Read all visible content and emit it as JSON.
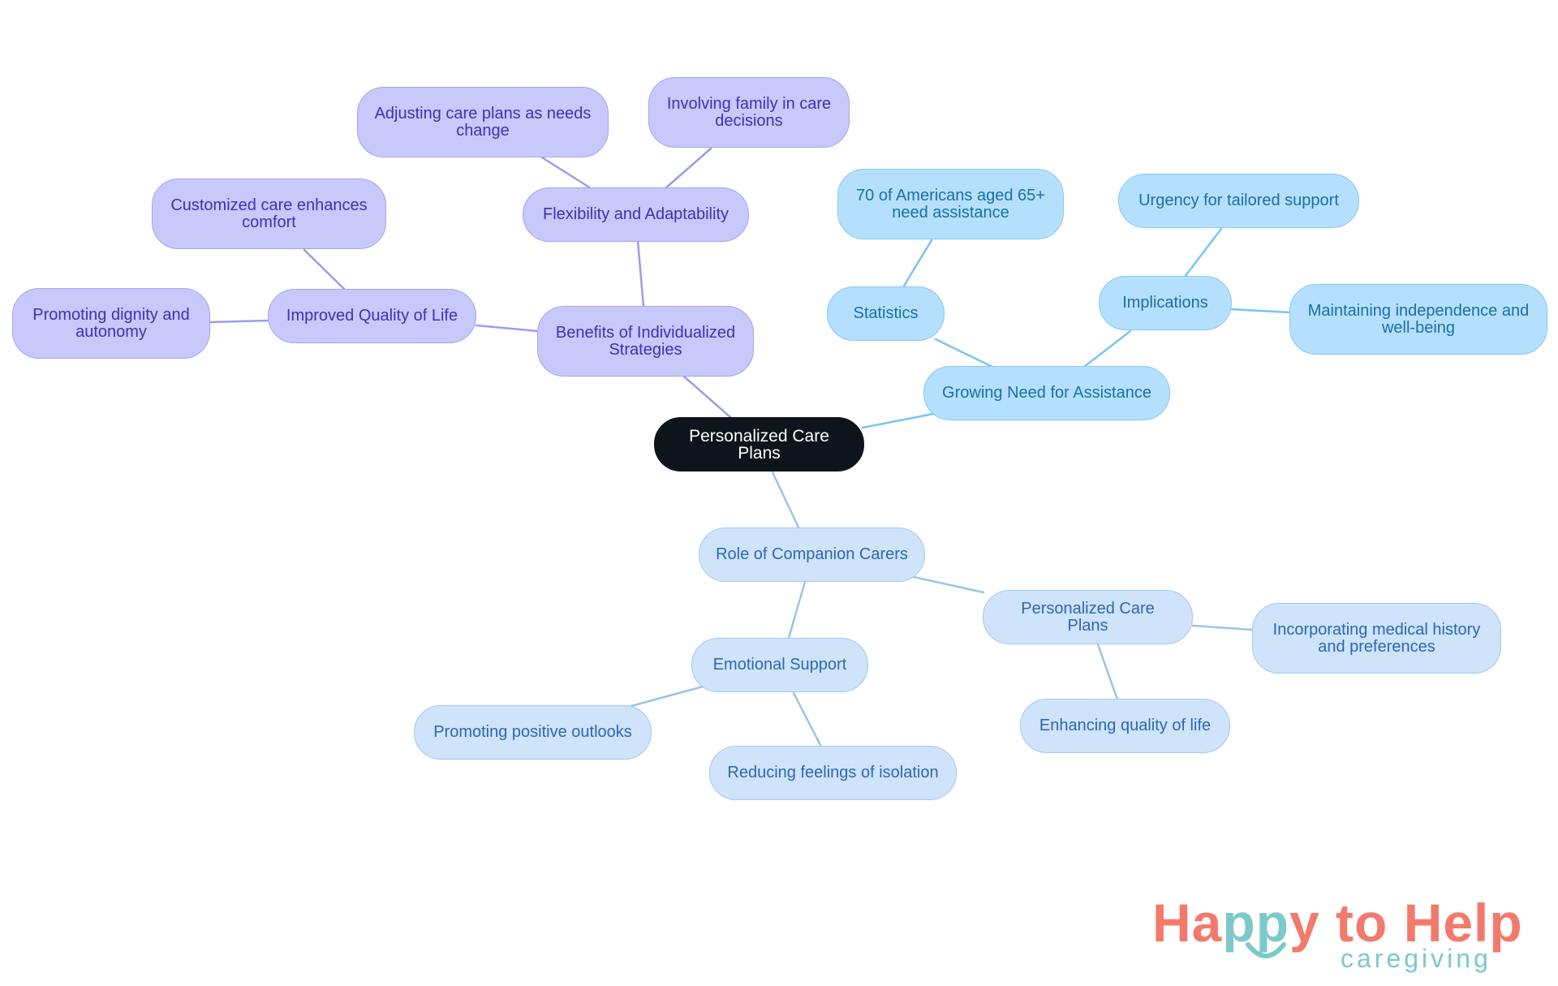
{
  "diagram": {
    "root": "Personalized Care Plans",
    "benefits": {
      "label": "Benefits of Individualized Strategies",
      "flexibility": "Flexibility and Adaptability",
      "adjusting": "Adjusting care plans as needs change",
      "involving_family": "Involving family in care decisions",
      "quality": "Improved Quality of Life",
      "customized": "Customized care enhances comfort",
      "dignity": "Promoting dignity and autonomy"
    },
    "need": {
      "label": "Growing Need for Assistance",
      "statistics": "Statistics",
      "stat_detail": "70 of Americans aged 65+ need assistance",
      "implications": "Implications",
      "urgency": "Urgency for tailored support",
      "independence": "Maintaining independence and well-being"
    },
    "role": {
      "label": "Role of Companion Carers",
      "emotional": "Emotional Support",
      "positive": "Promoting positive outlooks",
      "isolation": "Reducing feelings of isolation",
      "plans": "Personalized Care Plans",
      "medical": "Incorporating medical history and preferences",
      "quality": "Enhancing quality of life"
    }
  },
  "colors": {
    "root_fill": "#0e141b",
    "purple_fill": "#c8c9fb",
    "purple_line": "#9a9cea",
    "blue_fill": "#b5e0fd",
    "blue_line": "#7cc4f0",
    "lightblue_fill": "#cfe3fb",
    "lightblue_line": "#9cc3ec"
  },
  "logo": {
    "part1": "Ha",
    "part2": "pp",
    "part3": "y to Help",
    "sub": "caregiving"
  }
}
